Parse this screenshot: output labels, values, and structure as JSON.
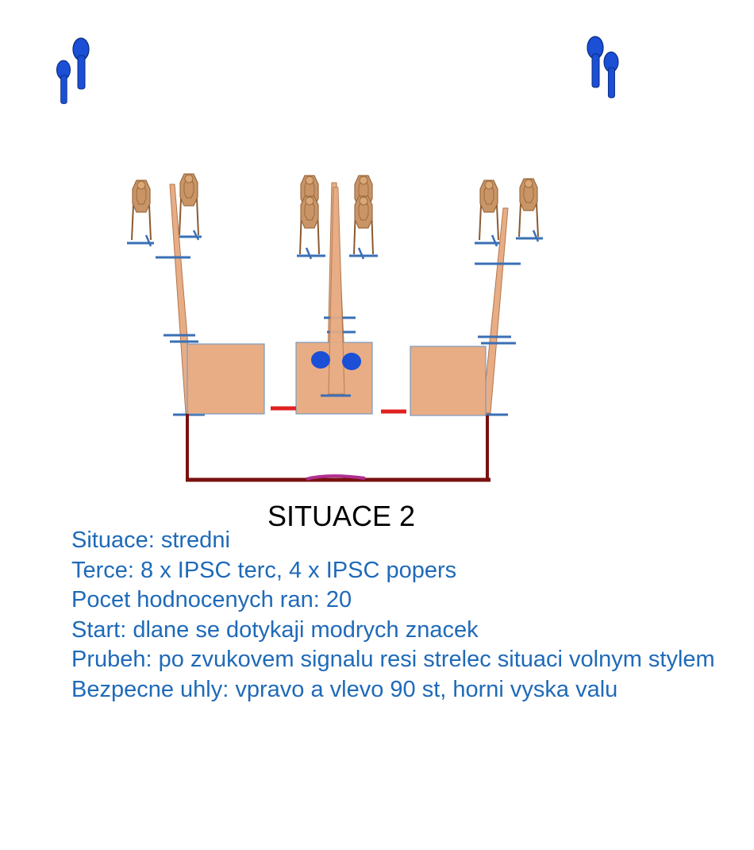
{
  "title": "SITUACE 2",
  "description": {
    "situation": "Situace: stredni",
    "targets": "Terce: 8 x IPSC terc, 4 x IPSC popers",
    "shots": "Pocet hodnocenych ran: 20",
    "start": "Start: dlane se dotykaji modrych znacek",
    "course": "Prubeh: po zvukovem signalu resi strelec situaci volnym stylem",
    "safety": "Bezpecne uhly: vpravo a vlevo 90 st, horni vyska valu"
  },
  "colors": {
    "text": "#1f6ab8",
    "barrel": "#e8ad85",
    "target": "#c99566",
    "stand": "#3a6fb5",
    "fault_line": "#7a1010",
    "red_marker": "#e02020",
    "hand_marker": "#1a4fd6",
    "shooter": "#1a4fd6"
  }
}
